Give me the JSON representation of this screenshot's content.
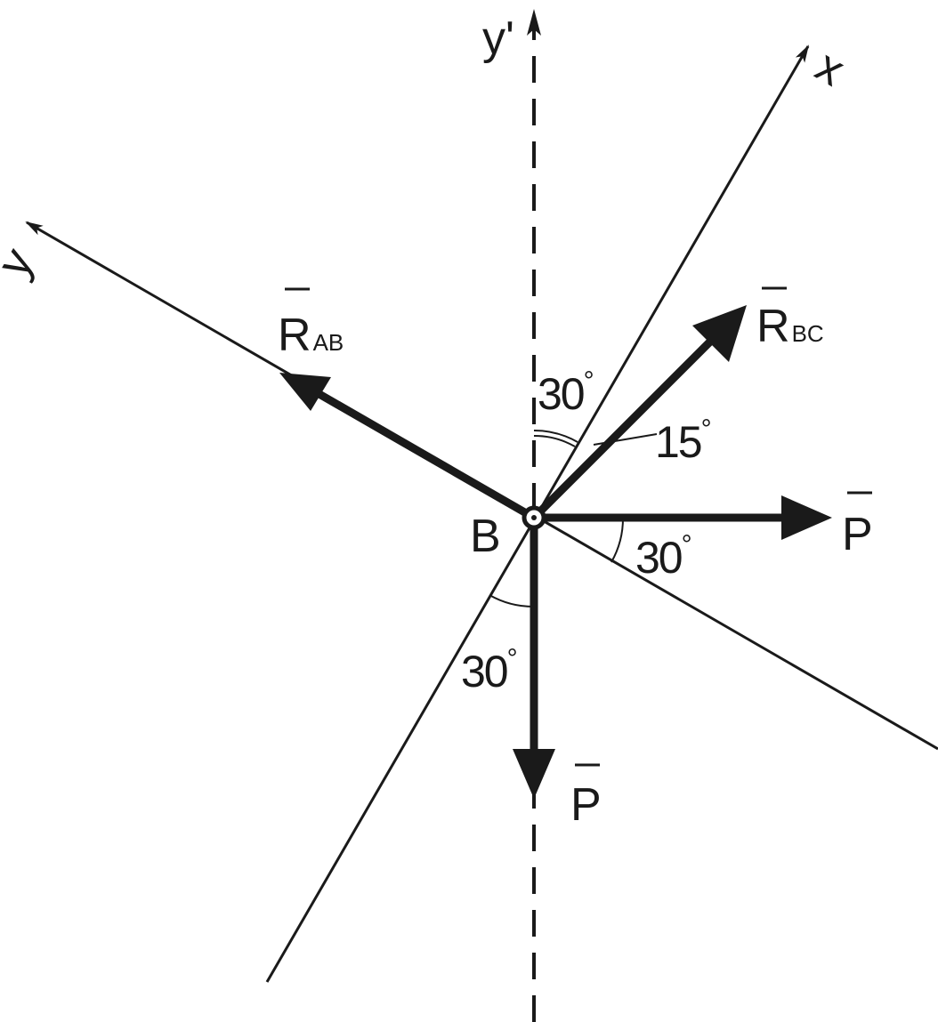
{
  "axes": {
    "y_prime": "y'",
    "x": "x",
    "y": "y"
  },
  "point": {
    "label": "B"
  },
  "forces": {
    "r_ab": {
      "main": "R",
      "sub": "AB"
    },
    "r_bc": {
      "main": "R",
      "sub": "BC"
    },
    "p_horizontal": {
      "main": "P"
    },
    "p_vertical": {
      "main": "P"
    }
  },
  "angles": {
    "top": {
      "value": "30",
      "unit": "°"
    },
    "rbc": {
      "value": "15",
      "unit": "°"
    },
    "right": {
      "value": "30",
      "unit": "°"
    },
    "bottom": {
      "value": "30",
      "unit": "°"
    }
  },
  "colors": {
    "ink": "#1a1a1a",
    "background": "#ffffff"
  }
}
